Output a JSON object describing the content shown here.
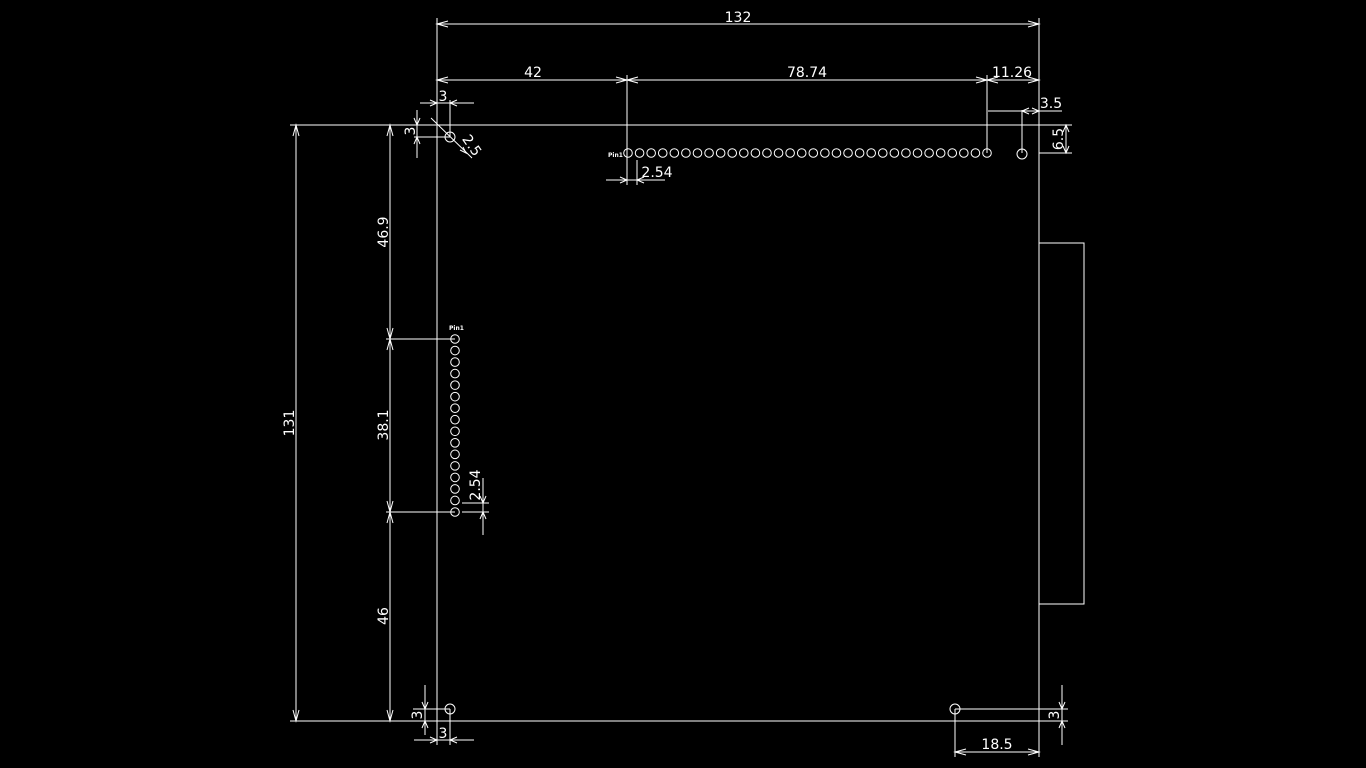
{
  "colors": {
    "background": "#000000",
    "stroke": "#ffffff"
  },
  "dimensions": {
    "overall_width": "132",
    "overall_height": "131",
    "header_offset": "42",
    "header_span": "78.74",
    "header_right_gap": "11.26",
    "mount_offset_x_top_left": "3",
    "mount_offset_y_top_left": "3",
    "mount_hole_diameter": "2.5",
    "right_hole_x": "3.5",
    "right_hole_y": "6.5",
    "top_header_pitch": "2.54",
    "left_top_offset": "46.9",
    "left_header_span": "38.1",
    "left_header_pitch": "2.54",
    "left_bottom_offset": "46",
    "bottom_left_hole_y": "3",
    "bottom_left_hole_x": "3",
    "bottom_right_hole_y": "3",
    "bottom_right_hole_x": "18.5"
  },
  "labels": {
    "top_pin1": "Pin1",
    "left_pin1": "Pin1"
  },
  "headers": {
    "top_pin_count": 32,
    "left_pin_count": 16
  }
}
